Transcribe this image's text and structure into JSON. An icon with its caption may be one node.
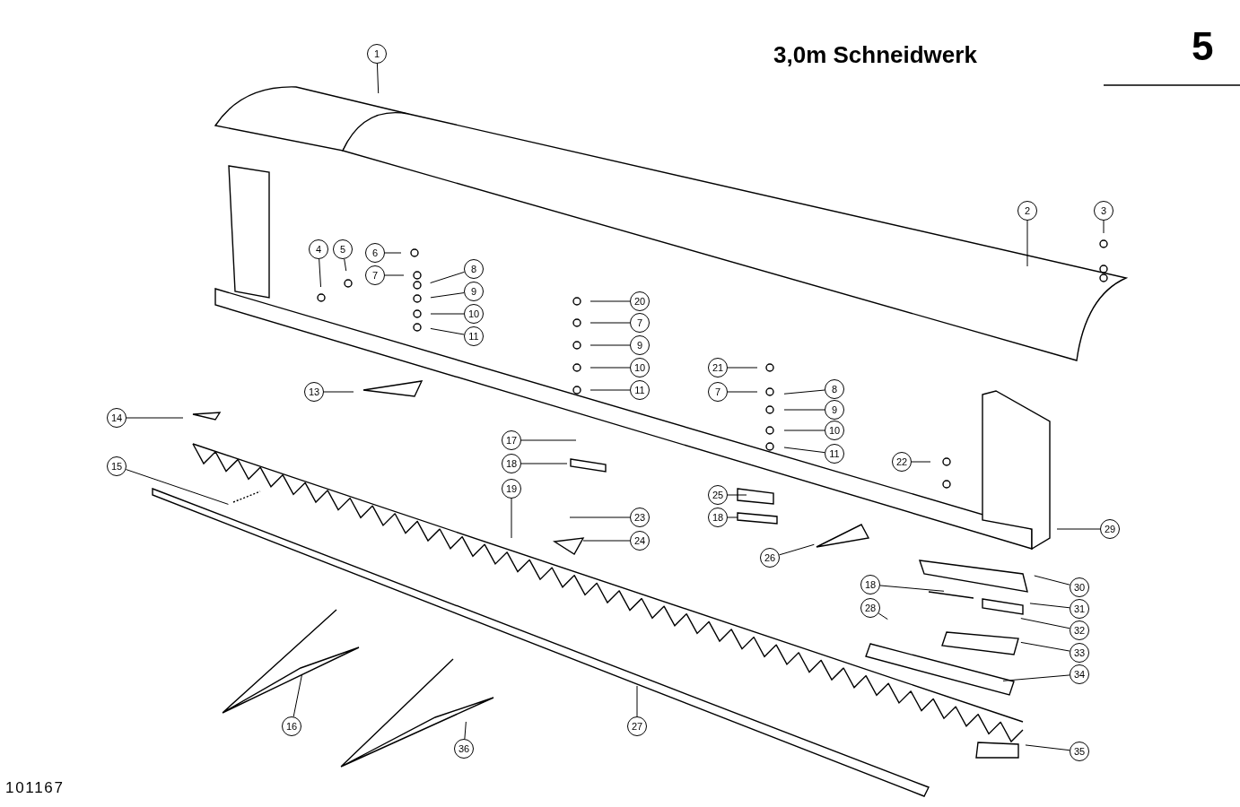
{
  "diagram": {
    "title": "3,0m Schneidwerk",
    "nodes": [
      {
        "text": [
          "1"
        ]
      },
      {
        "text": [
          "2"
        ]
      },
      {
        "text": [
          "3"
        ]
      },
      {
        "text": [
          "4"
        ]
      },
      {
        "text": [
          "5"
        ]
      },
      {
        "text": [
          "6"
        ]
      },
      {
        "text": [
          "7"
        ]
      },
      {
        "text": [
          "8"
        ]
      },
      {
        "text": [
          "9"
        ]
      },
      {
        "text": [
          "10"
        ]
      },
      {
        "text": [
          "11"
        ]
      },
      {
        "text": [
          "13"
        ]
      },
      {
        "text": [
          "14"
        ]
      },
      {
        "text": [
          "15"
        ]
      },
      {
        "text": [
          "16"
        ]
      },
      {
        "text": [
          "17"
        ]
      },
      {
        "text": [
          "18"
        ]
      },
      {
        "text": [
          "19"
        ]
      },
      {
        "text": [
          "20"
        ]
      },
      {
        "text": [
          "7"
        ]
      },
      {
        "text": [
          "9"
        ]
      },
      {
        "text": [
          "10"
        ]
      },
      {
        "text": [
          "11"
        ]
      },
      {
        "text": [
          "21"
        ]
      },
      {
        "text": [
          "7"
        ]
      },
      {
        "text": [
          "8"
        ]
      },
      {
        "text": [
          "9"
        ]
      },
      {
        "text": [
          "10"
        ]
      },
      {
        "text": [
          "11"
        ]
      },
      {
        "text": [
          "22"
        ]
      },
      {
        "text": [
          "25"
        ]
      },
      {
        "text": [
          "18"
        ]
      },
      {
        "text": [
          "23"
        ]
      },
      {
        "text": [
          "24"
        ]
      },
      {
        "text": [
          "26"
        ]
      },
      {
        "text": [
          "29"
        ]
      },
      {
        "text": [
          "30"
        ]
      },
      {
        "text": [
          "31"
        ]
      },
      {
        "text": [
          "32"
        ]
      },
      {
        "text": [
          "33"
        ]
      },
      {
        "text": [
          "34"
        ]
      },
      {
        "text": [
          "35"
        ]
      },
      {
        "text": [
          "18"
        ]
      },
      {
        "text": [
          "28"
        ]
      },
      {
        "text": [
          "27"
        ]
      },
      {
        "text": [
          "36"
        ]
      }
    ],
    "edges": [
      {
        "from": 0,
        "to": null,
        "arrow": "none"
      },
      {
        "from": 1,
        "to": null,
        "arrow": "none"
      },
      {
        "from": 2,
        "to": null,
        "arrow": "none"
      },
      {
        "from": 3,
        "to": null,
        "arrow": "none"
      },
      {
        "from": 4,
        "to": null,
        "arrow": "none"
      },
      {
        "from": 5,
        "to": null,
        "arrow": "none"
      },
      {
        "from": 6,
        "to": null,
        "arrow": "none"
      },
      {
        "from": 7,
        "to": null,
        "arrow": "none"
      },
      {
        "from": 8,
        "to": null,
        "arrow": "none"
      },
      {
        "from": 9,
        "to": null,
        "arrow": "none"
      },
      {
        "from": 10,
        "to": null,
        "arrow": "none"
      },
      {
        "from": 11,
        "to": null,
        "arrow": "none"
      },
      {
        "from": 12,
        "to": null,
        "arrow": "none"
      },
      {
        "from": 13,
        "to": null,
        "arrow": "none"
      },
      {
        "from": 14,
        "to": null,
        "arrow": "none"
      },
      {
        "from": 15,
        "to": null,
        "arrow": "none"
      },
      {
        "from": 16,
        "to": null,
        "arrow": "none"
      },
      {
        "from": 17,
        "to": null,
        "arrow": "none"
      },
      {
        "from": 18,
        "to": null,
        "arrow": "none"
      },
      {
        "from": 19,
        "to": null,
        "arrow": "none"
      },
      {
        "from": 20,
        "to": null,
        "arrow": "none"
      },
      {
        "from": 21,
        "to": null,
        "arrow": "none"
      },
      {
        "from": 22,
        "to": null,
        "arrow": "none"
      },
      {
        "from": 23,
        "to": null,
        "arrow": "none"
      },
      {
        "from": 24,
        "to": null,
        "arrow": "none"
      },
      {
        "from": 25,
        "to": null,
        "arrow": "none"
      },
      {
        "from": 26,
        "to": null,
        "arrow": "none"
      },
      {
        "from": 27,
        "to": null,
        "arrow": "none"
      },
      {
        "from": 28,
        "to": null,
        "arrow": "none"
      },
      {
        "from": 29,
        "to": null,
        "arrow": "none"
      },
      {
        "from": 30,
        "to": null,
        "arrow": "none"
      },
      {
        "from": 31,
        "to": null,
        "arrow": "none"
      },
      {
        "from": 32,
        "to": null,
        "arrow": "none"
      },
      {
        "from": 33,
        "to": null,
        "arrow": "none"
      },
      {
        "from": 34,
        "to": null,
        "arrow": "none"
      },
      {
        "from": 35,
        "to": null,
        "arrow": "none"
      },
      {
        "from": 36,
        "to": null,
        "arrow": "none"
      },
      {
        "from": 37,
        "to": null,
        "arrow": "none"
      },
      {
        "from": 38,
        "to": null,
        "arrow": "none"
      },
      {
        "from": 39,
        "to": null,
        "arrow": "none"
      },
      {
        "from": 40,
        "to": null,
        "arrow": "none"
      },
      {
        "from": 41,
        "to": null,
        "arrow": "none"
      },
      {
        "from": 42,
        "to": null,
        "arrow": "none"
      },
      {
        "from": 43,
        "to": null,
        "arrow": "none"
      },
      {
        "from": 44,
        "to": null,
        "arrow": "none"
      },
      {
        "from": 45,
        "to": null,
        "arrow": "none"
      }
    ],
    "labels": [
      "5",
      "101167"
    ]
  }
}
